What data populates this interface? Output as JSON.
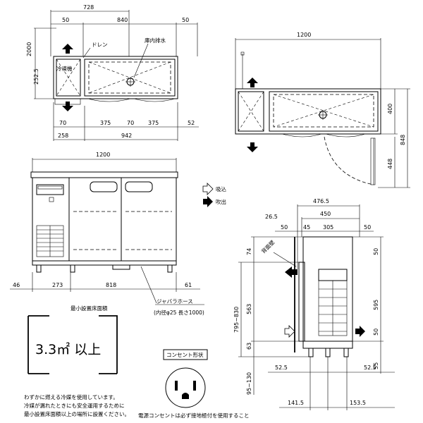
{
  "colors": {
    "line": "#000000",
    "background": "#ffffff"
  },
  "top_view": {
    "dims_top": [
      "728",
      "50",
      "840",
      "50"
    ],
    "dims_left": [
      "2000",
      "252.5"
    ],
    "labels": {
      "drain": "ドレン",
      "internal_drain": "庫内排水",
      "freezer": "冷凍機"
    },
    "dims_bottom": [
      "70",
      "375",
      "70",
      "375",
      "52"
    ],
    "dims_bottom2": [
      "258",
      "942"
    ]
  },
  "side_view_top": {
    "width": "1200",
    "dims_right": [
      "400",
      "848",
      "448"
    ]
  },
  "front_view": {
    "width": "1200",
    "dims_bottom": [
      "46",
      "273",
      "818",
      "61"
    ],
    "hose_label": "ジャバラホース",
    "hose_spec": "(内径φ25 長さ1000)"
  },
  "legend": {
    "intake": "吸込",
    "exhaust": "吹出"
  },
  "side_view": {
    "dims_top": [
      "476.5",
      "450",
      "26.5",
      "50",
      "45",
      "305",
      "50"
    ],
    "wall_label": "背面壁",
    "dims_left": [
      "74",
      "795~830",
      "563",
      "63",
      "95~130"
    ],
    "dims_right": [
      "50",
      "595",
      "50",
      "55"
    ],
    "dims_bottom": [
      "52.5",
      "52.5",
      "141.5",
      "153.5"
    ]
  },
  "floor_area": {
    "title": "最小設置床面積",
    "value": "3.3㎡ 以上",
    "notes": [
      "わずかに燃える冷媒を使用しています。",
      "冷媒が漏れたときにも安全運用するために",
      "最小設置床面積以上の場所に設置ください。"
    ]
  },
  "outlet": {
    "label": "コンセント形状",
    "note": "電源コンセントは必ず接地極付を使用すること"
  }
}
